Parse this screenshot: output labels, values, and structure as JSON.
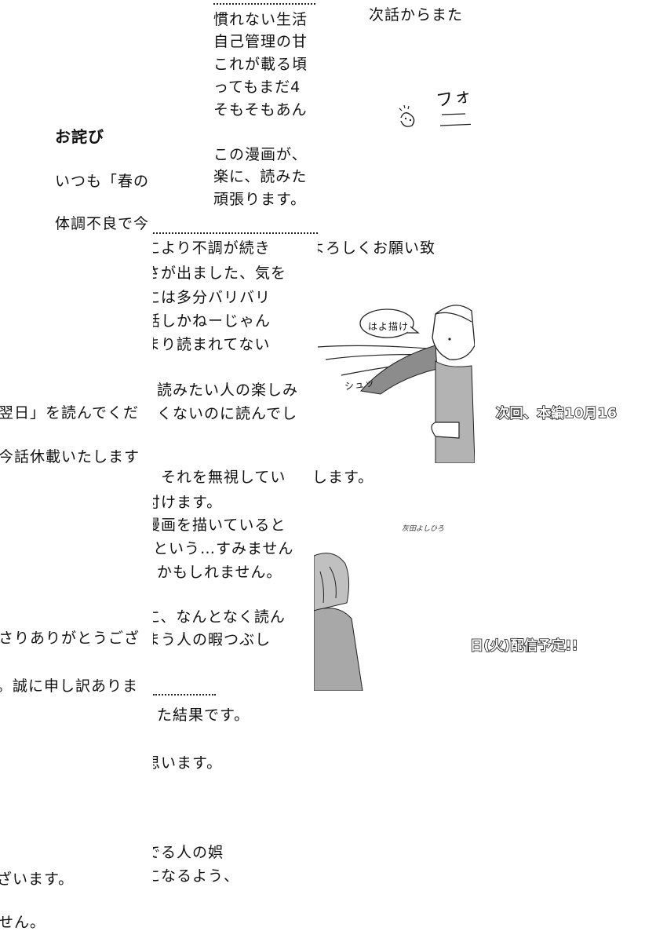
{
  "left_panel": {
    "title": "お詫び",
    "lines": [
      "いつも「春の",
      "体調不良で今",
      "翌日」を読んでくだ",
      "今話休載いたします",
      "さりありがとうござ",
      "。誠に申し訳ありま",
      "ざいます。",
      "せん。"
    ]
  },
  "top_center": {
    "lines": [
      "慣れない生活",
      "自己管理の甘",
      "これが載る頃",
      "ってもまだ4",
      "そもそもあん",
      "この漫画が、",
      "楽に、読みた",
      "頑張ります。"
    ]
  },
  "top_right": {
    "lines": [
      "次話からまた"
    ],
    "scribble": "フォ"
  },
  "middle_center": {
    "lines": [
      "により不調が続き",
      "さが出ました、気を",
      "には多分バリバリ",
      "話しかねーじゃん",
      "まり読まれてない",
      "読みたい人の楽しみ",
      "くないのに読んでし"
    ],
    "bubble": "はよ描け",
    "sfx": "シュッ"
  },
  "middle_right": {
    "lines": [
      "よろしくお願い致"
    ]
  },
  "bottom_center": {
    "lines": [
      "、それを無視してい",
      "付けます。",
      "漫画を描いていると",
      "という…すみません",
      "かもしれません。",
      "に、なんとなく読ん",
      "まう人の暇つぶし",
      "た結果です。",
      "思います。",
      "。",
      "でる人の娯",
      "になるよう、"
    ]
  },
  "bottom_right": {
    "lines": [
      "します。"
    ],
    "signature": "灰田よしひろ"
  },
  "banners": {
    "line1": "次回、本編10月16",
    "line2": "日(火)配信予定!!"
  },
  "colors": {
    "text": "#111111",
    "background": "#ffffff",
    "art_gray": "#b3b3b3"
  }
}
